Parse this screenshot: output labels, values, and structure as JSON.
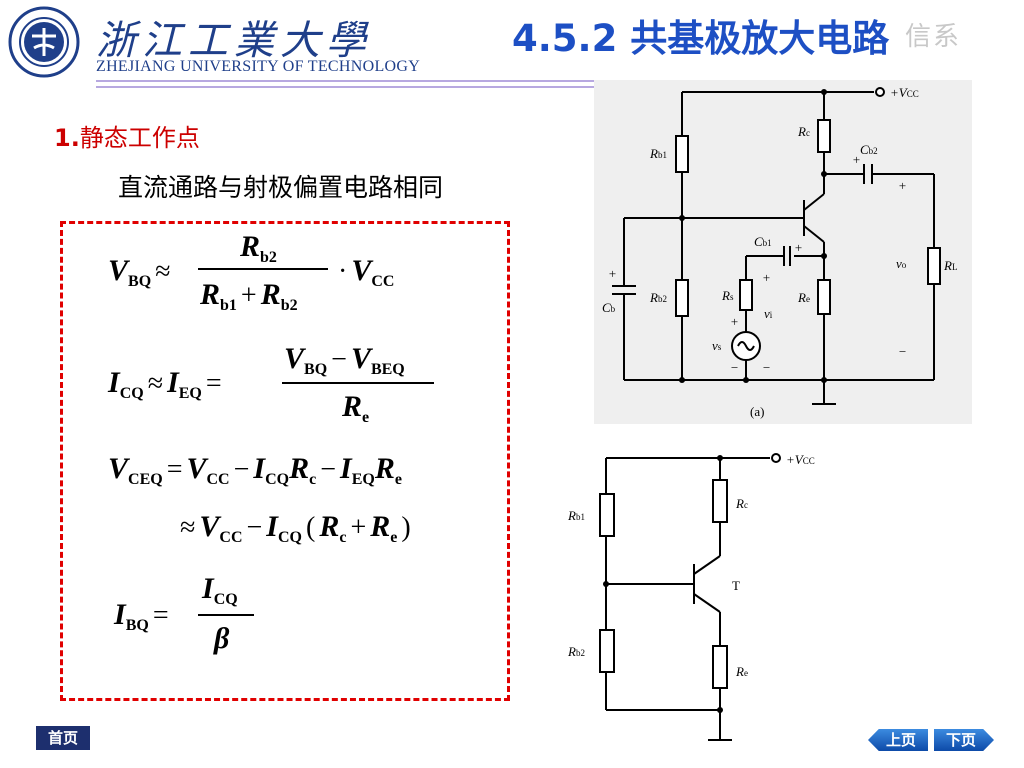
{
  "header": {
    "logo_chinese": "浙江工業大學",
    "logo_english": "ZHEJIANG UNIVERSITY OF TECHNOLOGY",
    "title": "4.5.2  共基极放大电路",
    "watermark": "信系"
  },
  "section": {
    "number": "1.",
    "heading": "静态工作点",
    "subtitle": "直流通路与射极偏置电路相同"
  },
  "formulas": {
    "f1": {
      "lhs": "V",
      "lhs_sub": "BQ",
      "op": "≈",
      "num": "R",
      "num_sub": "b2",
      "den_a": "R",
      "den_a_sub": "b1",
      "plus": "+",
      "den_b": "R",
      "den_b_sub": "b2",
      "mul": "·",
      "tail": "V",
      "tail_sub": "CC"
    },
    "f2": {
      "lhs": "I",
      "lhs_sub": "CQ",
      "op": "≈",
      "mid": "I",
      "mid_sub": "EQ",
      "eq": "=",
      "num_a": "V",
      "num_a_sub": "BQ",
      "minus": "−",
      "num_b": "V",
      "num_b_sub": "BEQ",
      "den": "R",
      "den_sub": "e"
    },
    "f3": {
      "lhs": "V",
      "lhs_sub": "CEQ",
      "eq": "=",
      "a": "V",
      "a_sub": "CC",
      "minus1": "−",
      "b": "I",
      "b_sub": "CQ",
      "c": "R",
      "c_sub": "c",
      "minus2": "−",
      "d": "I",
      "d_sub": "EQ",
      "e": "R",
      "e_sub": "e"
    },
    "f4": {
      "op": "≈",
      "a": "V",
      "a_sub": "CC",
      "minus": "−",
      "b": "I",
      "b_sub": "CQ",
      "lpar": "(",
      "c": "R",
      "c_sub": "c",
      "plus": "+",
      "d": "R",
      "d_sub": "e",
      "rpar": ")"
    },
    "f5": {
      "lhs": "I",
      "lhs_sub": "BQ",
      "eq": "=",
      "num": "I",
      "num_sub": "CQ",
      "den": "β"
    }
  },
  "circuit_a": {
    "vcc": "+V",
    "vcc_sub": "CC",
    "rb1": "R",
    "rb1_sub": "b1",
    "rb2": "R",
    "rb2_sub": "b2",
    "rc": "R",
    "rc_sub": "c",
    "re": "R",
    "re_sub": "e",
    "rs": "R",
    "rs_sub": "s",
    "rl": "R",
    "rl_sub": "L",
    "cb": "C",
    "cb_sub": "b",
    "cb1": "C",
    "cb1_sub": "b1",
    "cb2": "C",
    "cb2_sub": "b2",
    "vi": "v",
    "vi_sub": "i",
    "vs": "v",
    "vs_sub": "s",
    "vo": "v",
    "vo_sub": "o",
    "plus": "+",
    "minus": "−",
    "caption": "(a)"
  },
  "circuit_b": {
    "vcc": "+V",
    "vcc_sub": "CC",
    "rb1": "R",
    "rb1_sub": "b1",
    "rb2": "R",
    "rb2_sub": "b2",
    "rc": "R",
    "rc_sub": "c",
    "re": "R",
    "re_sub": "e",
    "transistor": "T"
  },
  "nav": {
    "home": "首页",
    "prev": "上页",
    "next": "下页"
  },
  "colors": {
    "title": "#1d4fc4",
    "accent_red": "#cc0000",
    "logo_blue": "#1f3f8a"
  }
}
